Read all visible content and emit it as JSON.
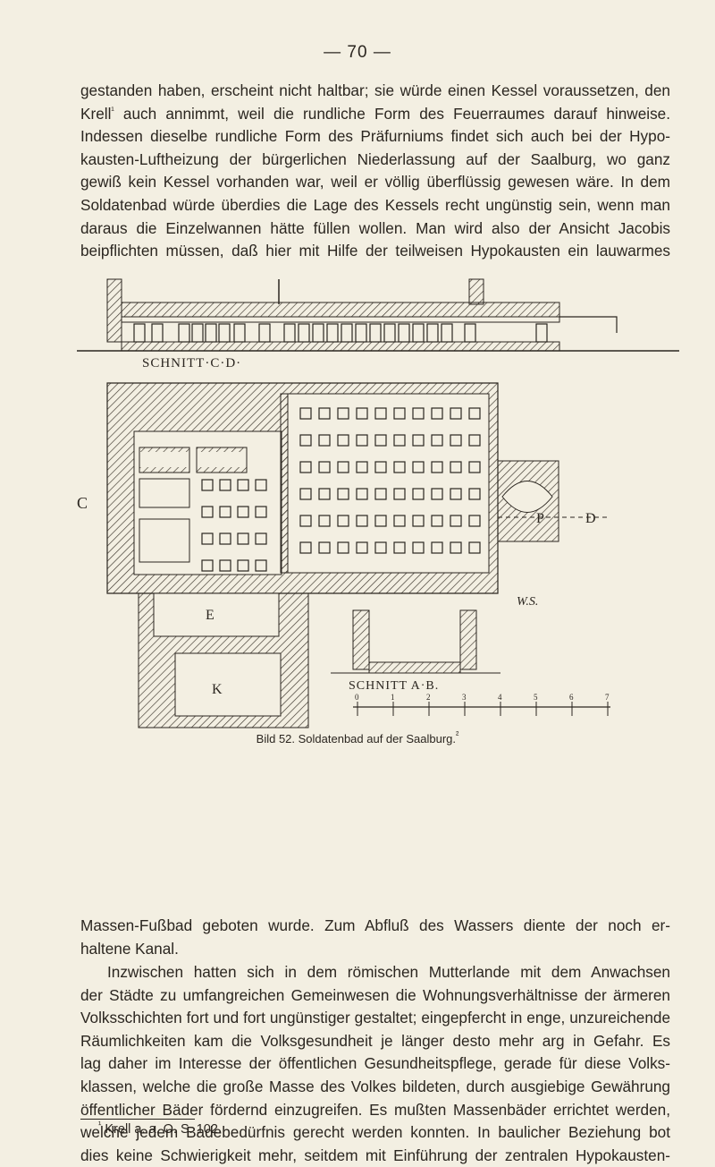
{
  "page_number": "— 70 —",
  "paragraph1": [
    "gestanden haben, erscheint nicht haltbar; sie würde einen Kessel voraussetzen, den",
    "Krell",
    "¹",
    " auch annimmt, weil die rundliche Form des Feuerraumes darauf hinweise.",
    "Indessen dieselbe rundliche Form des Präfurniums findet sich auch bei der Hypo-",
    "kausten-Luftheizung der bürgerlichen Niederlassung auf der Saalburg, wo ganz",
    "gewiß kein Kessel vorhanden war, weil er völlig überflüssig gewesen wäre. In dem",
    "Soldatenbad würde überdies die Lage des Kessels recht ungünstig sein, wenn man",
    "daraus die Einzelwannen hätte füllen wollen. Man wird also der Ansicht Jacobis",
    "beipflichten müssen, daß hier mit Hilfe der teilweisen Hypokausten ein lauwarmes"
  ],
  "figure": {
    "section_cd": "SCHNITT·C·D·",
    "section_ab": "SCHNITT A·B.",
    "label_c": "C",
    "label_d": "D",
    "label_e": "E",
    "label_k": "K",
    "label_p": "P",
    "label_ws": "W.S.",
    "scale_numbers": [
      "0",
      "1",
      "2",
      "3",
      "4",
      "5",
      "6",
      "7"
    ],
    "caption_main": "Bild 52.  Soldatenbad auf der Saalburg.",
    "caption_sup": "²"
  },
  "paragraph2": [
    "Massen-Fußbad geboten wurde. Zum Abfluß des Wassers diente der noch er-",
    "haltene Kanal."
  ],
  "paragraph3": [
    "Inzwischen hatten sich in dem römischen Mutterlande mit dem Anwachsen",
    "der Städte zu umfangreichen Gemeinwesen die Wohnungsverhältnisse der ärmeren",
    "Volksschichten fort und fort ungünstiger gestaltet; eingepfercht in enge, unzureichende",
    "Räumlichkeiten kam die Volksgesundheit je länger desto mehr arg in Gefahr. Es",
    "lag daher im Interesse der öffentlichen Gesundheitspflege, gerade für diese Volks-",
    "klassen, welche die große Masse des Volkes bildeten, durch ausgiebige Gewährung",
    "öffentlicher Bäder fördernd einzugreifen. Es mußten Massenbäder errichtet werden,",
    "welche jedem Badebedürfnis gerecht werden konnten. In baulicher Beziehung bot",
    "dies keine Schwierigkeit mehr, seitdem mit Einführung der zentralen Hypokausten-"
  ],
  "footnote": {
    "number": "¹",
    "text": "Krell a. a. O. S. 102."
  }
}
